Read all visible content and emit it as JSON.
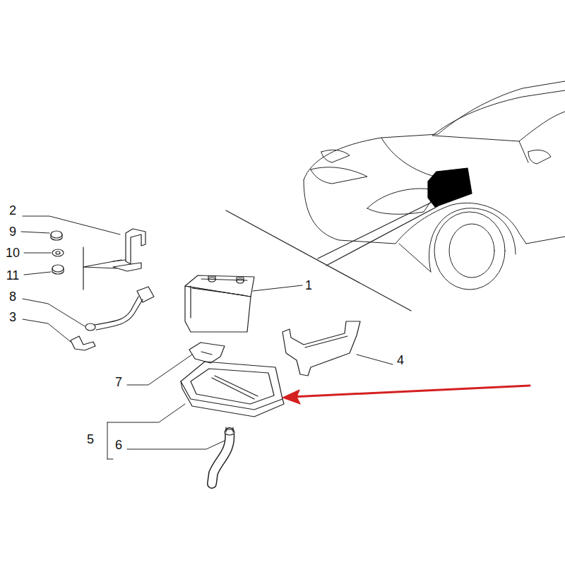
{
  "diagram": {
    "labels": [
      "2",
      "9",
      "10",
      "11",
      "8",
      "3",
      "1",
      "4",
      "7",
      "5",
      "6"
    ]
  }
}
